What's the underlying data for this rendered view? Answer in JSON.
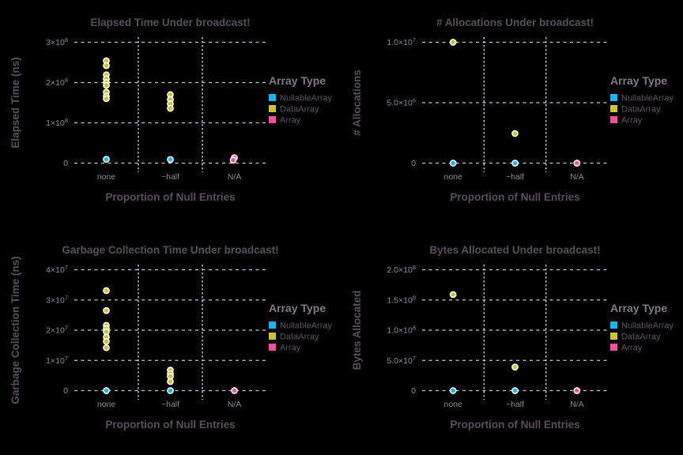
{
  "colors": {
    "background": "#000000",
    "grid": "#D4D0DD",
    "major_label": "#5A4E5E",
    "minor_label": "#8F8896",
    "legend_title": "#837786",
    "legend_label": "#5E5263",
    "point_halo": "#FFFFFF"
  },
  "legend": {
    "title": "Array Type",
    "entries": [
      {
        "label": "NullableArray",
        "color": "#0FB9F7"
      },
      {
        "label": "DataArray",
        "color": "#CDC42E"
      },
      {
        "label": "Array",
        "color": "#FF4F9E"
      }
    ]
  },
  "chart_data": [
    {
      "type": "scatter",
      "title": "Elapsed Time Under broadcast!",
      "xlabel": "Proportion of Null Entries",
      "ylabel": "Elapsed Time (ns)",
      "categories": [
        "none",
        "~half",
        "N/A"
      ],
      "ylim": [
        0,
        300000000.0
      ],
      "grid": true,
      "legend_position": "right",
      "yticks": [
        {
          "v": 0,
          "label": "0"
        },
        {
          "v": 100000000.0,
          "label": "1×10^8"
        },
        {
          "v": 200000000.0,
          "label": "2×10^8"
        },
        {
          "v": 300000000.0,
          "label": "3×10^8"
        }
      ],
      "series": [
        {
          "name": "NullableArray",
          "points": [
            {
              "cat": "none",
              "y": 9500000.0
            },
            {
              "cat": "~half",
              "y": 9000000.0
            }
          ]
        },
        {
          "name": "DataArray",
          "points": [
            {
              "cat": "none",
              "y": 254000000.0
            },
            {
              "cat": "none",
              "y": 242000000.0
            },
            {
              "cat": "none",
              "y": 219000000.0
            },
            {
              "cat": "none",
              "y": 209000000.0
            },
            {
              "cat": "none",
              "y": 200000000.0
            },
            {
              "cat": "none",
              "y": 193000000.0
            },
            {
              "cat": "none",
              "y": 176000000.0
            },
            {
              "cat": "none",
              "y": 166000000.0
            },
            {
              "cat": "none",
              "y": 160000000.0
            },
            {
              "cat": "~half",
              "y": 170000000.0
            },
            {
              "cat": "~half",
              "y": 158000000.0
            },
            {
              "cat": "~half",
              "y": 147000000.0
            },
            {
              "cat": "~half",
              "y": 136000000.0
            }
          ]
        },
        {
          "name": "Array",
          "points": [
            {
              "cat": "N/A",
              "y": 13500000.0
            },
            {
              "cat": "N/A",
              "y": 7500000.0,
              "dx": -1.5
            }
          ]
        }
      ]
    },
    {
      "type": "scatter",
      "title": "# Allocations Under broadcast!",
      "xlabel": "Proportion of Null Entries",
      "ylabel": "# Allocations",
      "categories": [
        "none",
        "~half",
        "N/A"
      ],
      "ylim": [
        0,
        10000000.0
      ],
      "grid": true,
      "legend_position": "right",
      "yticks": [
        {
          "v": 0,
          "label": "0"
        },
        {
          "v": 5000000.0,
          "label": "5.0×10^6"
        },
        {
          "v": 10000000.0,
          "label": "1.0×10^7"
        }
      ],
      "series": [
        {
          "name": "NullableArray",
          "points": [
            {
              "cat": "none",
              "y": 0
            },
            {
              "cat": "~half",
              "y": 0
            }
          ]
        },
        {
          "name": "DataArray",
          "points": [
            {
              "cat": "none",
              "y": 10000000.0
            },
            {
              "cat": "~half",
              "y": 2450000.0
            }
          ]
        },
        {
          "name": "Array",
          "points": [
            {
              "cat": "N/A",
              "y": 0
            }
          ]
        }
      ]
    },
    {
      "type": "scatter",
      "title": "Garbage Collection Time Under broadcast!",
      "xlabel": "Proportion of Null Entries",
      "ylabel": "Garbage Collection Time (ns)",
      "categories": [
        "none",
        "~half",
        "N/A"
      ],
      "ylim": [
        0,
        40000000.0
      ],
      "grid": true,
      "legend_position": "right",
      "yticks": [
        {
          "v": 0,
          "label": "0"
        },
        {
          "v": 10000000.0,
          "label": "1×10^7"
        },
        {
          "v": 20000000.0,
          "label": "2×10^7"
        },
        {
          "v": 30000000.0,
          "label": "3×10^7"
        },
        {
          "v": 40000000.0,
          "label": "4×10^7"
        }
      ],
      "series": [
        {
          "name": "NullableArray",
          "points": [
            {
              "cat": "none",
              "y": 0
            },
            {
              "cat": "~half",
              "y": 0
            }
          ]
        },
        {
          "name": "DataArray",
          "points": [
            {
              "cat": "none",
              "y": 33100000.0
            },
            {
              "cat": "none",
              "y": 26500000.0
            },
            {
              "cat": "none",
              "y": 21600000.0
            },
            {
              "cat": "none",
              "y": 20500000.0
            },
            {
              "cat": "none",
              "y": 19500000.0
            },
            {
              "cat": "none",
              "y": 17700000.0
            },
            {
              "cat": "none",
              "y": 16300000.0
            },
            {
              "cat": "none",
              "y": 14200000.0
            },
            {
              "cat": "~half",
              "y": 6800000.0
            },
            {
              "cat": "~half",
              "y": 5600000.0
            },
            {
              "cat": "~half",
              "y": 4700000.0
            },
            {
              "cat": "~half",
              "y": 3000000.0
            }
          ]
        },
        {
          "name": "Array",
          "points": [
            {
              "cat": "N/A",
              "y": 0
            }
          ]
        }
      ]
    },
    {
      "type": "scatter",
      "title": "Bytes Allocated Under broadcast!",
      "xlabel": "Proportion of Null Entries",
      "ylabel": "Bytes Allocated",
      "categories": [
        "none",
        "~half",
        "N/A"
      ],
      "ylim": [
        0,
        200000000.0
      ],
      "grid": true,
      "legend_position": "right",
      "yticks": [
        {
          "v": 0,
          "label": "0"
        },
        {
          "v": 50000000.0,
          "label": "5.0×10^7"
        },
        {
          "v": 100000000.0,
          "label": "1.0×10^8"
        },
        {
          "v": 150000000.0,
          "label": "1.5×10^8"
        },
        {
          "v": 200000000.0,
          "label": "2.0×10^8"
        }
      ],
      "series": [
        {
          "name": "NullableArray",
          "points": [
            {
              "cat": "none",
              "y": 0
            },
            {
              "cat": "~half",
              "y": 0
            }
          ]
        },
        {
          "name": "DataArray",
          "points": [
            {
              "cat": "none",
              "y": 159000000.0
            },
            {
              "cat": "~half",
              "y": 39000000.0
            }
          ]
        },
        {
          "name": "Array",
          "points": [
            {
              "cat": "N/A",
              "y": 0
            }
          ]
        }
      ]
    }
  ]
}
